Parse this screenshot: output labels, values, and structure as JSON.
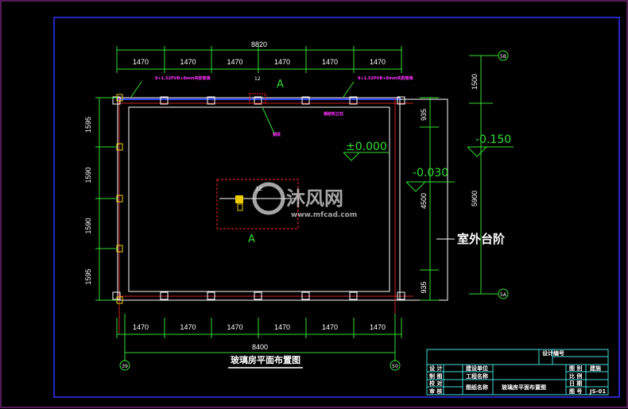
{
  "drawing": {
    "title": "玻璃房平面布置图",
    "overall_top": "8820",
    "overall_bottom": "8400",
    "bays_top": [
      "1470",
      "1470",
      "1470",
      "1470",
      "1470",
      "1470"
    ],
    "bays_bottom": [
      "1470",
      "1470",
      "1470",
      "1470",
      "1470",
      "1470"
    ],
    "left_dims": [
      "1595",
      "1590",
      "1590",
      "1595"
    ],
    "right_inner_dims": [
      "935",
      "4500",
      "935"
    ],
    "right_outer_dims": [
      "1500",
      "5900"
    ],
    "elevation_inside": "±0.000",
    "elevation_step": "-0.030",
    "elevation_outside": "-0.150",
    "outdoor_step_label": "室外台阶",
    "section_mark": "A",
    "detail_mark": "A",
    "detail_number": "12",
    "axis_labels": {
      "top_right": "5B",
      "bottom_right": "5A",
      "bottom_left": "39",
      "bottom_right_axis": "50"
    },
    "annotations": [
      "8+1.52PVB+8mm夹胶玻璃",
      "8+1.52PVB+8mm夹胶玻璃",
      "钢结构立柱",
      "钢梁"
    ],
    "watermark": {
      "brand": "沐风网",
      "url": "www.mfcad.com"
    }
  },
  "title_block": {
    "design_no_label": "设计编号",
    "rows_left": [
      "设 计",
      "制 图",
      "校 对",
      "审 核"
    ],
    "owner_label": "建设单位",
    "project_label": "工程名称",
    "drawing_name_label": "图纸名称",
    "drawing_name": "玻璃房平面布置图",
    "rows_right": [
      "图 别",
      "比 例",
      "日 期",
      "图 号"
    ],
    "category": "建施",
    "drawing_no": "JS-01"
  },
  "colors": {
    "dimension": "#33dd33",
    "frame": "#3333ff",
    "title_block": "#44dddd",
    "annotation": "#ff33ff",
    "section": "#ff2222"
  }
}
